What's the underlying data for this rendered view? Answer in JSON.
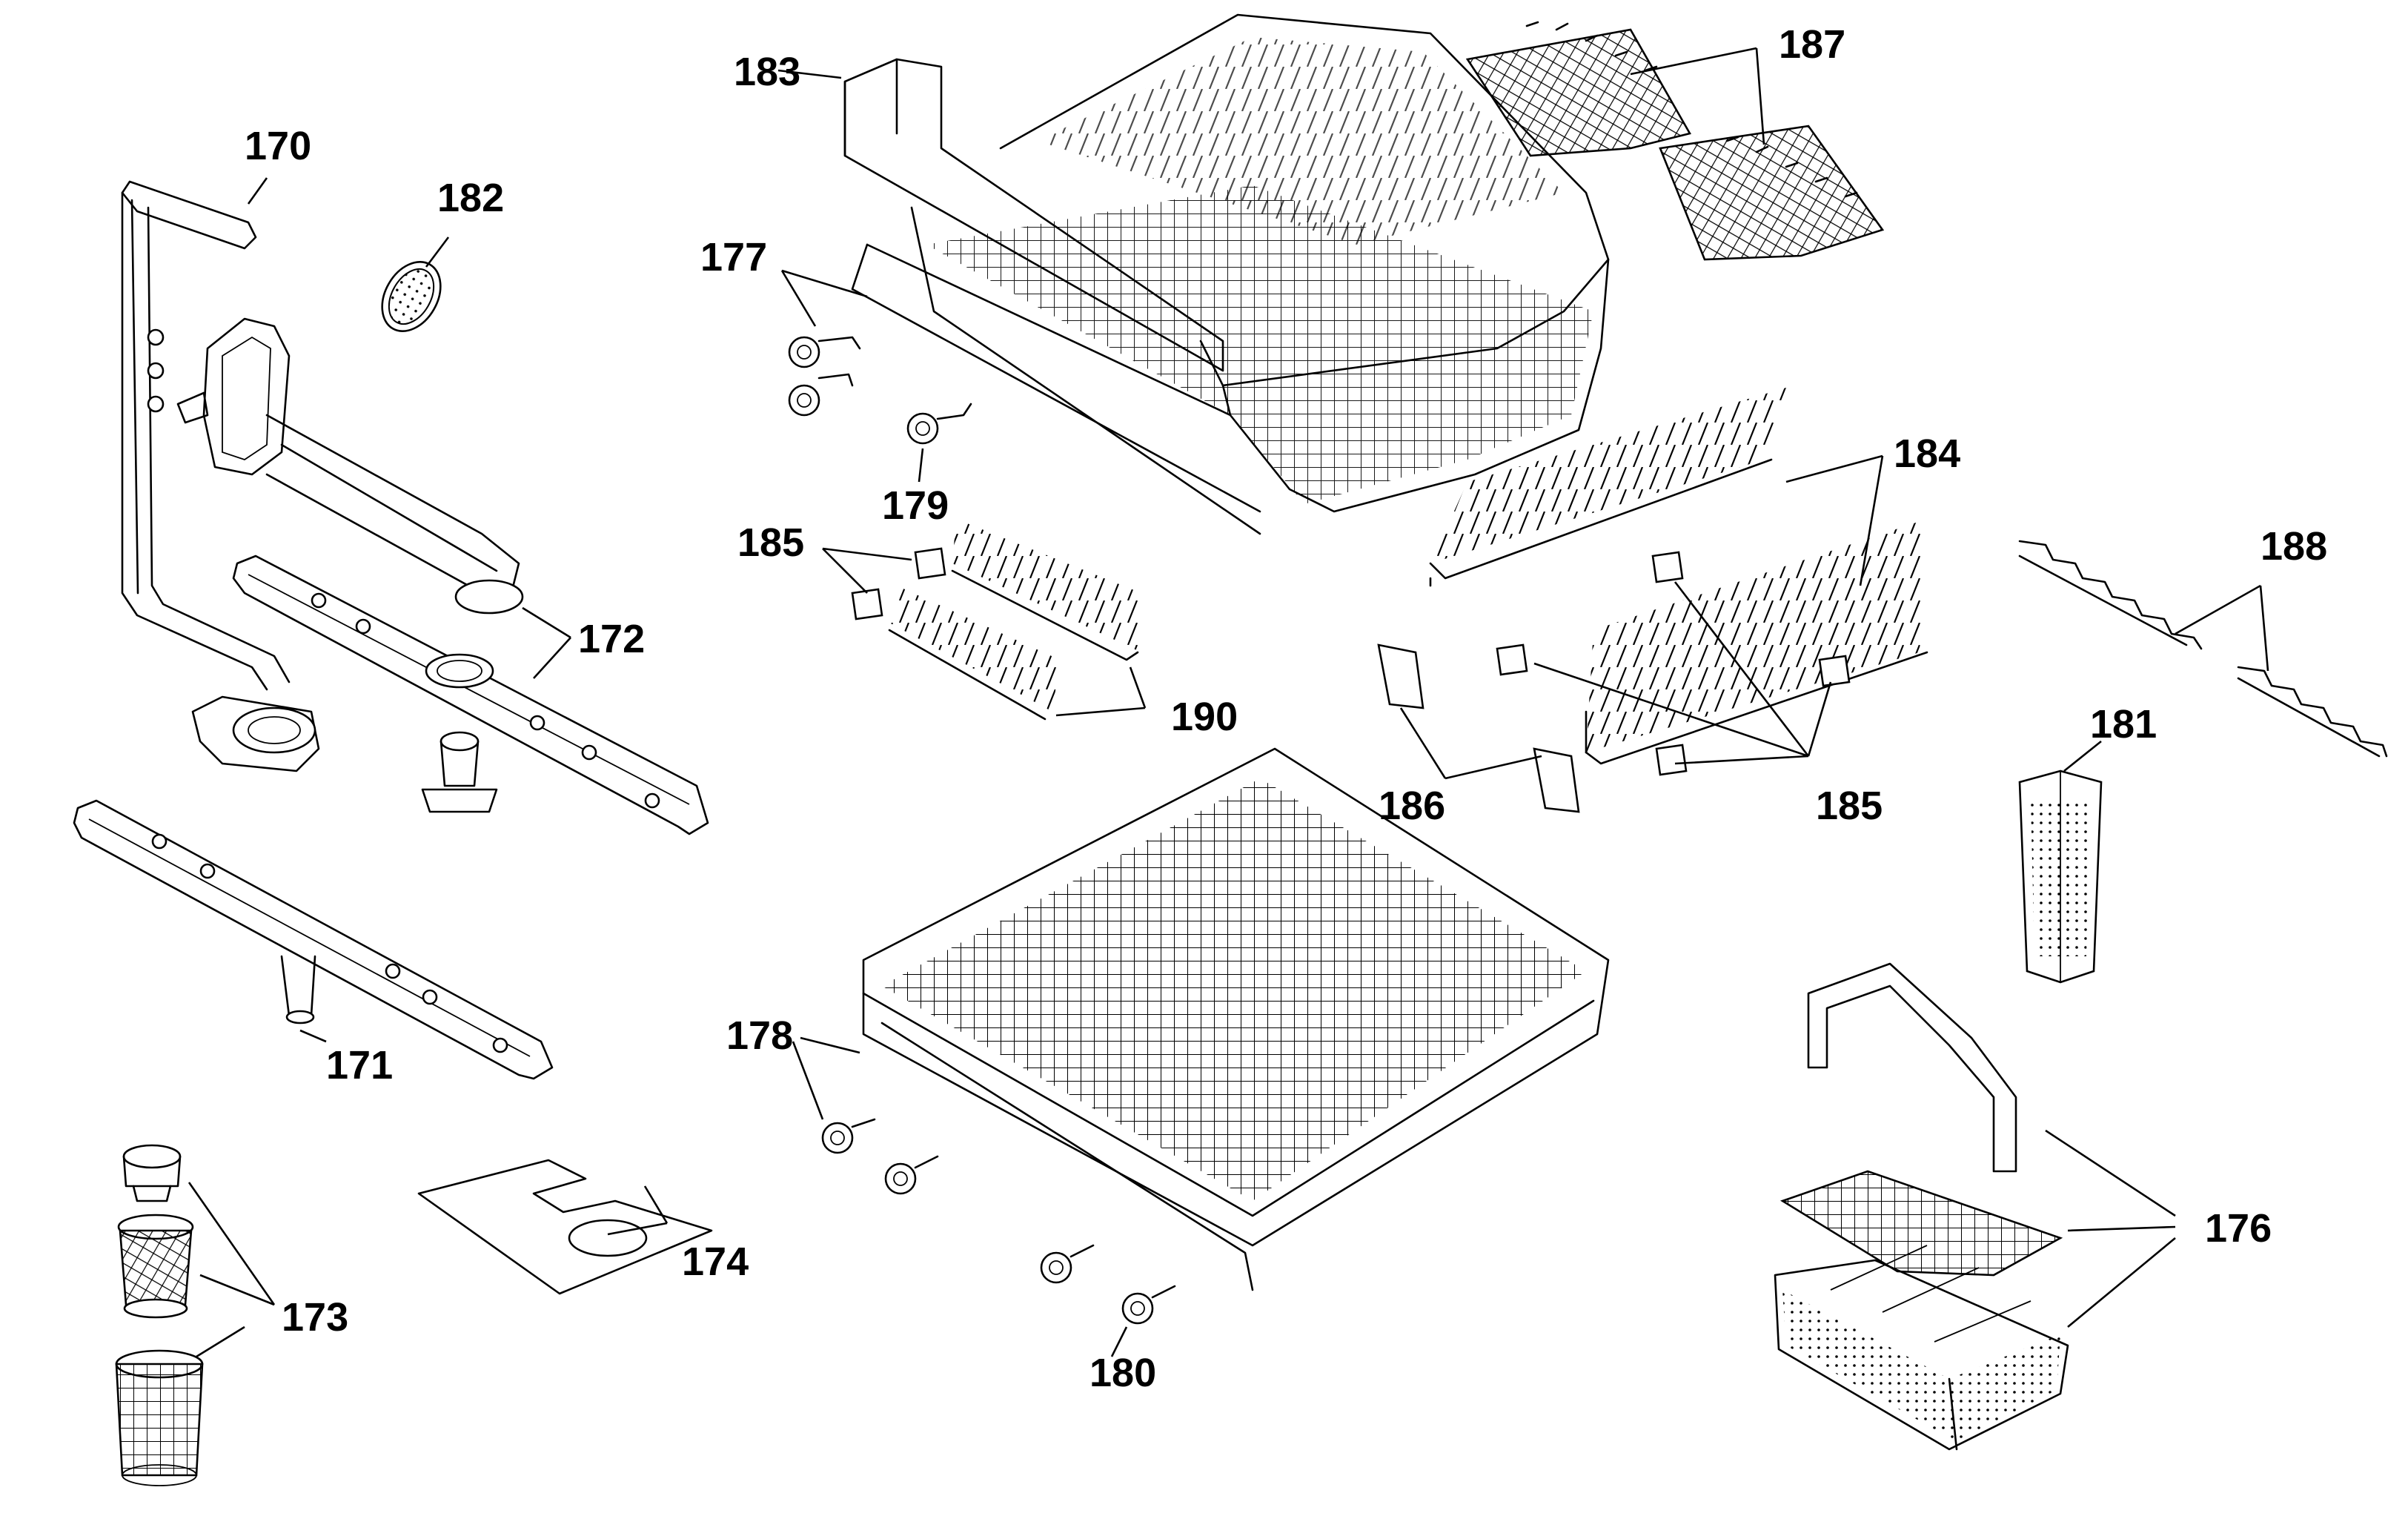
{
  "diagram": {
    "labels": {
      "p170": "170",
      "p171": "171",
      "p172": "172",
      "p173": "173",
      "p174": "174",
      "p176": "176",
      "p177": "177",
      "p178": "178",
      "p179": "179",
      "p180": "180",
      "p181": "181",
      "p182": "182",
      "p183": "183",
      "p184": "184",
      "p185a": "185",
      "p185b": "185",
      "p186": "186",
      "p187": "187",
      "p188": "188",
      "p190": "190"
    }
  }
}
